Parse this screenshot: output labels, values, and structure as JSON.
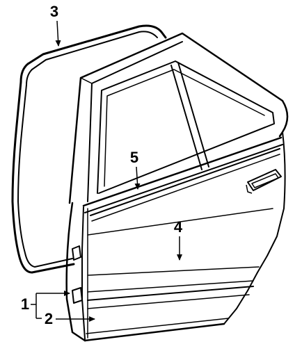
{
  "diagram": {
    "callouts": [
      {
        "id": "1",
        "label": "1"
      },
      {
        "id": "2",
        "label": "2"
      },
      {
        "id": "3",
        "label": "3"
      },
      {
        "id": "4",
        "label": "4"
      },
      {
        "id": "5",
        "label": "5"
      }
    ],
    "parts": {
      "weatherstrip": "weatherstrip",
      "door_shell": "door-shell",
      "window_frame": "window-frame",
      "belt_molding": "belt-molding",
      "side_molding": "side-molding",
      "door_handle": "door-handle",
      "hinge_upper": "hinge",
      "hinge_lower": "hinge"
    },
    "colors": {
      "line": "#000000",
      "background": "#ffffff"
    }
  }
}
